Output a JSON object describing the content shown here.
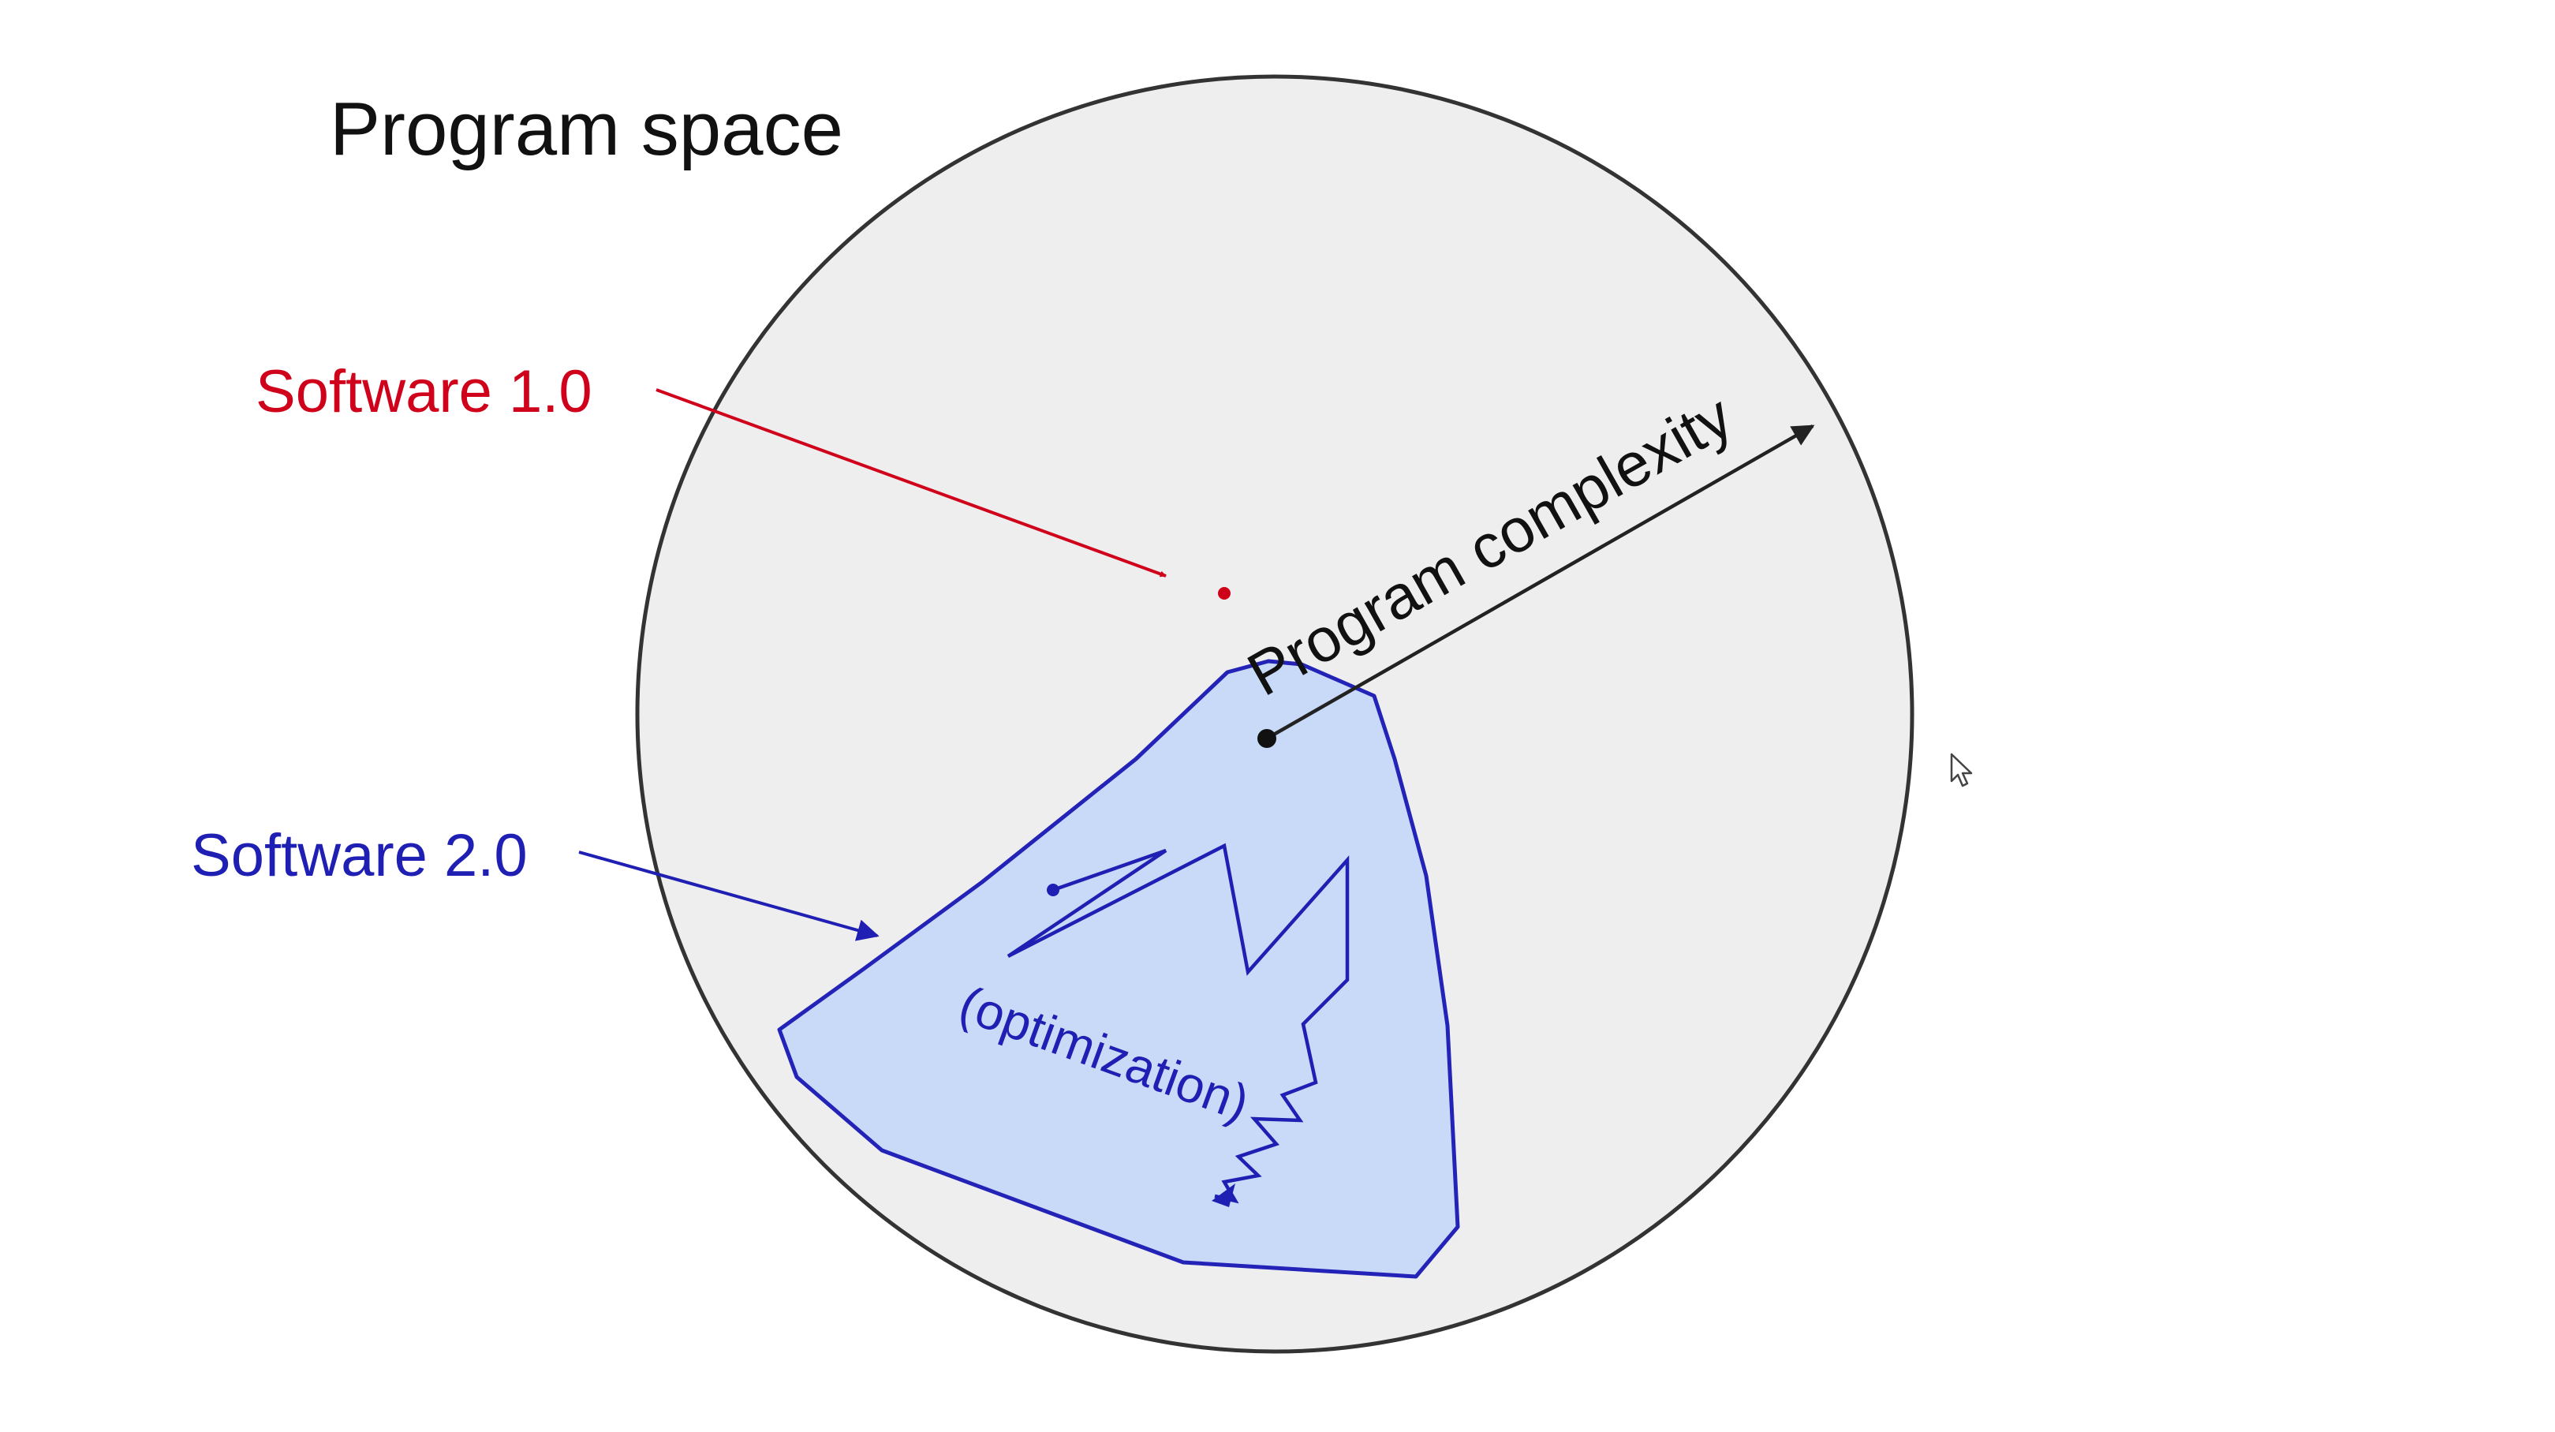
{
  "diagram": {
    "title": "Program space",
    "software_1": {
      "label": "Software 1.0",
      "color": "#d0021b"
    },
    "software_2": {
      "label": "Software 2.0",
      "color": "#1f1fb4",
      "region_fill": "#c9daf8",
      "region_stroke": "#2323b8"
    },
    "complexity_label": "Program complexity",
    "optimization_label": "(optimization)",
    "circle_fill": "#eeeeee",
    "circle_stroke": "#333333",
    "cursor": "mouse-pointer-icon"
  }
}
